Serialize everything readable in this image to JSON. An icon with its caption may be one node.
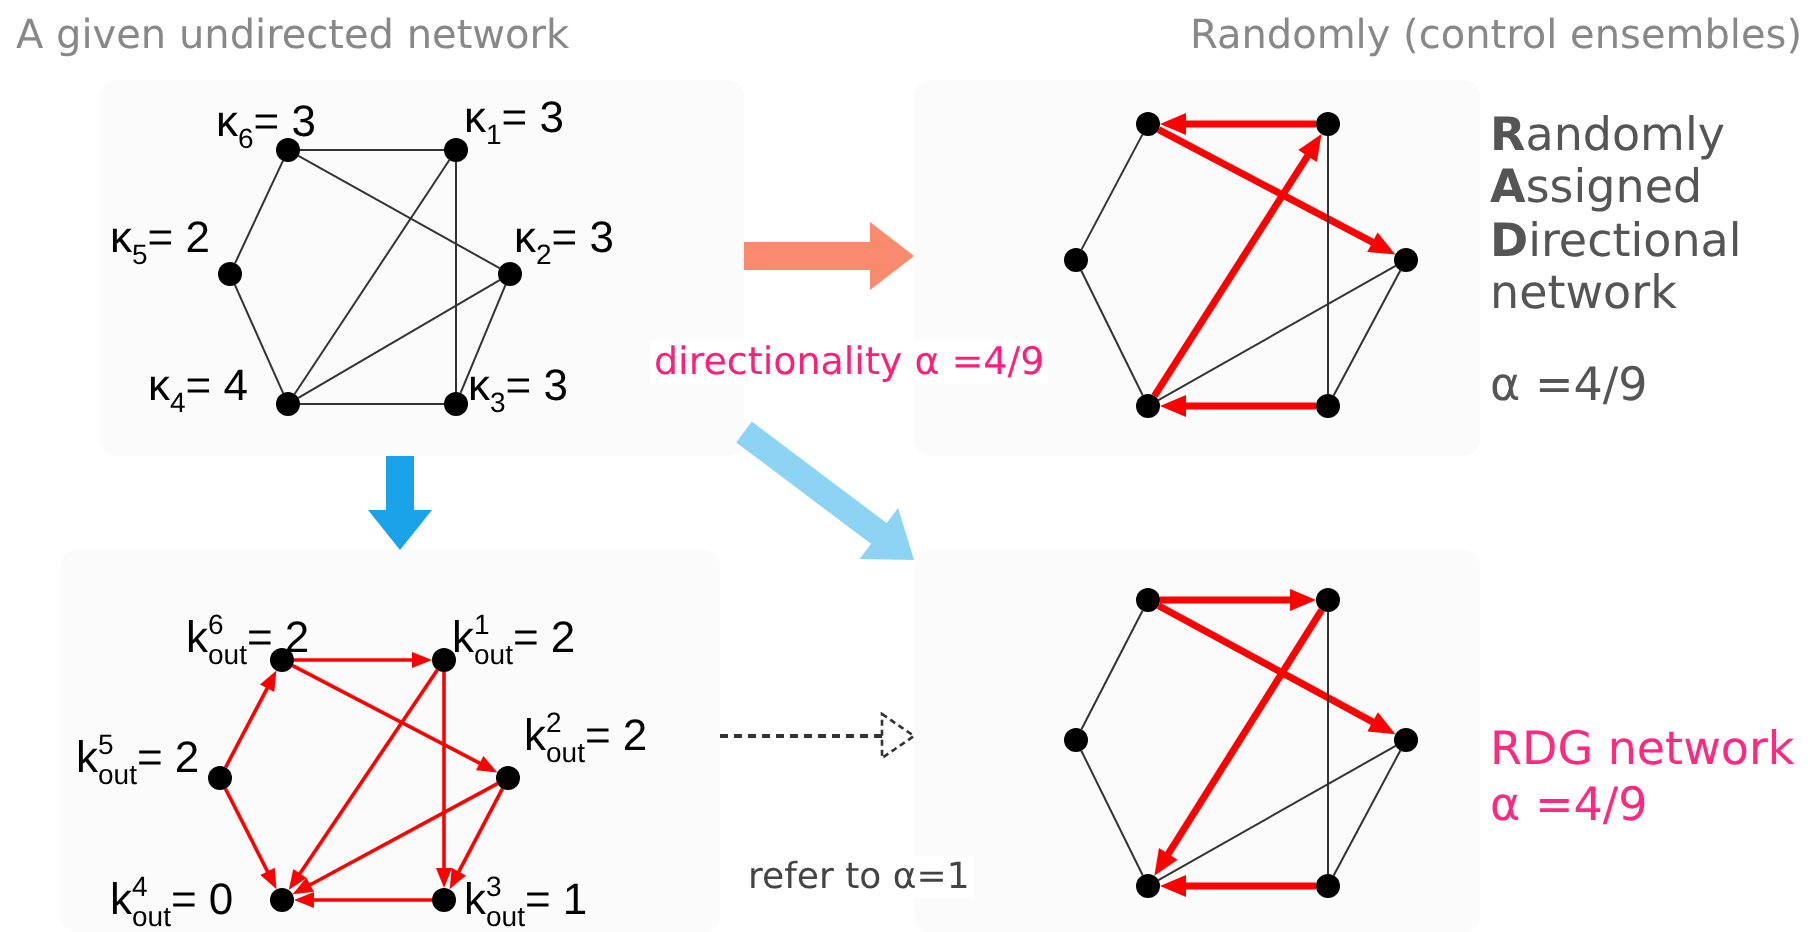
{
  "diagram": {
    "nodes": [
      {
        "text": [],
        "shape": "picture"
      },
      {
        "text": [],
        "shape": "circle",
        "in": 0,
        "beside": [
          "κ$_{6}$= 3"
        ]
      },
      {
        "text": [],
        "shape": "circle",
        "in": 0,
        "beside": [
          "κ$_{1}$= 3"
        ]
      },
      {
        "text": [],
        "shape": "circle",
        "in": 0,
        "beside": [
          "κ$_{5}$= 2"
        ]
      },
      {
        "text": [],
        "shape": "circle",
        "in": 0,
        "beside": [
          "κ$_{2}$= 3"
        ]
      },
      {
        "text": [],
        "shape": "circle",
        "in": 0,
        "beside": [
          "κ$_{4}$= 4"
        ]
      },
      {
        "text": [],
        "shape": "circle",
        "in": 0,
        "beside": [
          "κ$_{3}$= 3"
        ]
      },
      {
        "text": [],
        "shape": "picture",
        "beside": [
          "**R**andomly **A**ssigned **D**irectional network",
          "α =4/9"
        ]
      },
      {
        "text": [],
        "shape": "circle",
        "in": 7
      },
      {
        "text": [],
        "shape": "circle",
        "in": 7
      },
      {
        "text": [],
        "shape": "circle",
        "in": 7
      },
      {
        "text": [],
        "shape": "circle",
        "in": 7
      },
      {
        "text": [],
        "shape": "circle",
        "in": 7
      },
      {
        "text": [],
        "shape": "circle",
        "in": 7
      },
      {
        "text": [],
        "shape": "picture"
      },
      {
        "text": [],
        "shape": "circle",
        "in": 14,
        "beside": [
          "k$^{6}$$_{out}$= 2"
        ]
      },
      {
        "text": [],
        "shape": "circle",
        "in": 14,
        "beside": [
          "k$^{1}$$_{out}$= 2"
        ]
      },
      {
        "text": [],
        "shape": "circle",
        "in": 14,
        "beside": [
          "k$^{5}$$_{out}$= 2"
        ]
      },
      {
        "text": [],
        "shape": "circle",
        "in": 14,
        "beside": [
          "k$^{2}$$_{out}$= 2"
        ]
      },
      {
        "text": [],
        "shape": "circle",
        "in": 14,
        "beside": [
          "k$^{4}$$_{out}$= 0"
        ]
      },
      {
        "text": [],
        "shape": "circle",
        "in": 14,
        "beside": [
          "k$^{3}$$_{out}$= 1"
        ]
      },
      {
        "text": [],
        "shape": "picture",
        "beside": [
          "RDG network",
          "α =4/9"
        ]
      },
      {
        "text": [],
        "shape": "circle",
        "in": 21
      },
      {
        "text": [],
        "shape": "circle",
        "in": 21
      },
      {
        "text": [],
        "shape": "circle",
        "in": 21
      },
      {
        "text": [],
        "shape": "circle",
        "in": 21
      },
      {
        "text": [],
        "shape": "circle",
        "in": 21
      },
      {
        "text": [],
        "shape": "circle",
        "in": 21
      }
    ],
    "edges": [
      {
        "from": 1,
        "to": 2,
        "arrow": "none"
      },
      {
        "from": 1,
        "to": 4,
        "arrow": "none"
      },
      {
        "from": 1,
        "to": 3,
        "arrow": "none"
      },
      {
        "from": 3,
        "to": 5,
        "arrow": "none"
      },
      {
        "from": 5,
        "to": 2,
        "arrow": "none"
      },
      {
        "from": 5,
        "to": 4,
        "arrow": "none"
      },
      {
        "from": 5,
        "to": 6,
        "arrow": "none"
      },
      {
        "from": 2,
        "to": 6,
        "arrow": "none"
      },
      {
        "from": 4,
        "to": 6,
        "arrow": "none"
      },
      {
        "from": 9,
        "to": 8,
        "arrow": "to",
        "style": "thick",
        "color": "#ff0000"
      },
      {
        "from": 8,
        "to": 11,
        "arrow": "to",
        "style": "thick",
        "color": "#ff0000"
      },
      {
        "from": 8,
        "to": 10,
        "arrow": "none"
      },
      {
        "from": 10,
        "to": 12,
        "arrow": "none"
      },
      {
        "from": 12,
        "to": 9,
        "arrow": "to",
        "style": "thick",
        "color": "#ff0000"
      },
      {
        "from": 12,
        "to": 11,
        "arrow": "none"
      },
      {
        "from": 13,
        "to": 12,
        "arrow": "to",
        "style": "thick",
        "color": "#ff0000"
      },
      {
        "from": 9,
        "to": 13,
        "arrow": "none"
      },
      {
        "from": 11,
        "to": 13,
        "arrow": "none"
      },
      {
        "from": 15,
        "to": 16,
        "arrow": "to",
        "color": "#ff0000"
      },
      {
        "from": 15,
        "to": 18,
        "arrow": "to",
        "color": "#ff0000"
      },
      {
        "from": 17,
        "to": 15,
        "arrow": "to",
        "color": "#ff0000"
      },
      {
        "from": 17,
        "to": 19,
        "arrow": "to",
        "color": "#ff0000"
      },
      {
        "from": 16,
        "to": 19,
        "arrow": "to",
        "color": "#ff0000"
      },
      {
        "from": 16,
        "to": 20,
        "arrow": "to",
        "color": "#ff0000"
      },
      {
        "from": 18,
        "to": 19,
        "arrow": "to",
        "color": "#ff0000"
      },
      {
        "from": 18,
        "to": 20,
        "arrow": "to",
        "color": "#ff0000"
      },
      {
        "from": 20,
        "to": 19,
        "arrow": "to",
        "color": "#ff0000"
      },
      {
        "from": 22,
        "to": 23,
        "arrow": "to",
        "style": "thick",
        "color": "#ff0000"
      },
      {
        "from": 22,
        "to": 25,
        "arrow": "to",
        "style": "thick",
        "color": "#ff0000"
      },
      {
        "from": 22,
        "to": 24,
        "arrow": "none"
      },
      {
        "from": 24,
        "to": 26,
        "arrow": "none"
      },
      {
        "from": 23,
        "to": 26,
        "arrow": "to",
        "style": "thick",
        "color": "#ff0000"
      },
      {
        "from": 26,
        "to": 25,
        "arrow": "none"
      },
      {
        "from": 27,
        "to": 26,
        "arrow": "to",
        "style": "thick",
        "color": "#ff0000"
      },
      {
        "from": 23,
        "to": 27,
        "arrow": "none"
      },
      {
        "from": 25,
        "to": 27,
        "arrow": "none"
      },
      {
        "from": 0,
        "to": 7,
        "arrow": "to",
        "label": "directionality α =4/9",
        "style": "thick",
        "color": "#f98a6e"
      },
      {
        "from": 0,
        "to": 14,
        "arrow": "to",
        "style": "thick",
        "color": "#1aa3e8"
      },
      {
        "from": 0,
        "to": 21,
        "arrow": "to",
        "style": "thick",
        "color": "#8dd3f3"
      },
      {
        "from": 14,
        "to": 21,
        "arrow": "to",
        "label": "refer to α=1",
        "style": "dashed"
      }
    ],
    "labels": [
      "A given undirected network",
      "Randomly (control ensembles)"
    ]
  }
}
